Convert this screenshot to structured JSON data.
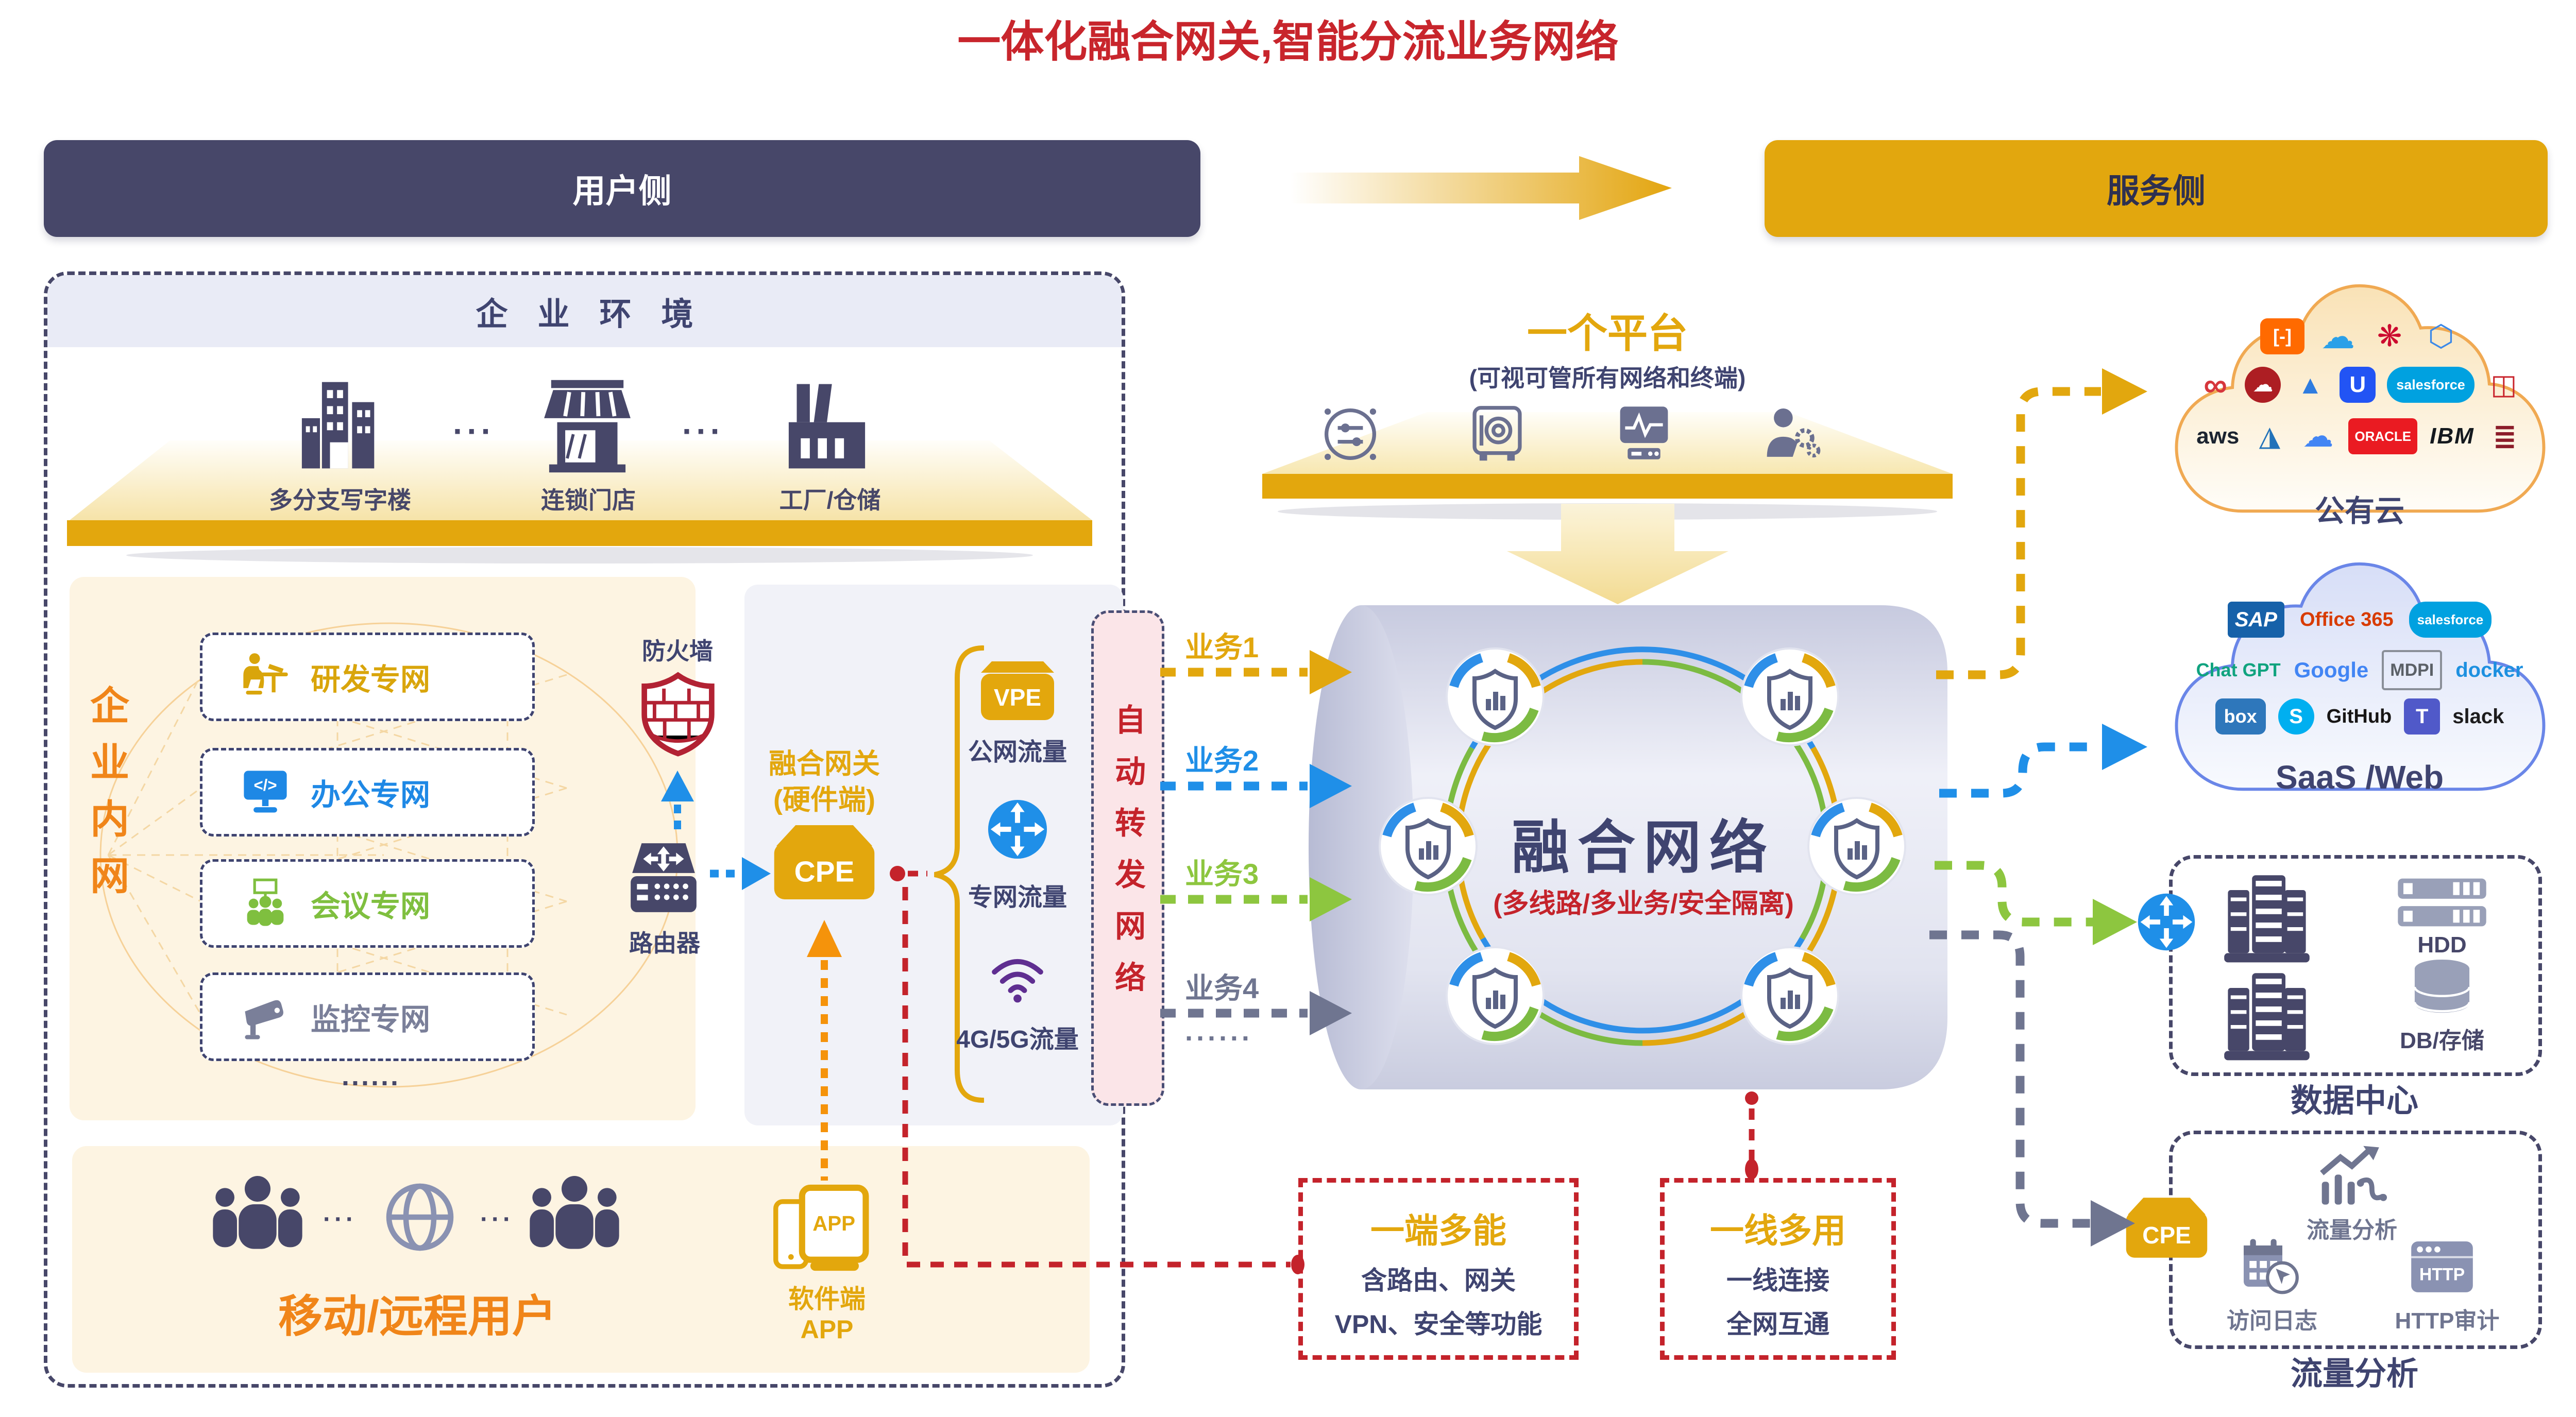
{
  "title": "一体化融合网关,智能分流业务网络",
  "colors": {
    "navy": "#474769",
    "gold": "#E2A70E",
    "red": "#C4232B",
    "orange": "#F08519",
    "blue": "#1F8FE8",
    "green": "#8DC63F",
    "purple": "#5F2E91"
  },
  "headers": {
    "user_side": "用户侧",
    "service_side": "服务侧"
  },
  "enterprise": {
    "title": "企业环境",
    "sites": [
      {
        "label": "多分支写字楼"
      },
      {
        "label": "连锁门店"
      },
      {
        "label": "工厂/仓储"
      }
    ],
    "separator": "···",
    "intranet_label": "企业内网",
    "networks": [
      {
        "label": "研发专网"
      },
      {
        "label": "办公专网"
      },
      {
        "label": "会议专网"
      },
      {
        "label": "监控专网"
      }
    ],
    "more": "......",
    "firewall": "防火墙",
    "router": "路由器"
  },
  "icons": {
    "code": "</>",
    "http": "HTTP"
  },
  "gateway": {
    "title1": "融合网关",
    "title2": "(硬件端)",
    "cpe": "CPE",
    "traffic": [
      {
        "badge": "VPE",
        "label": "公网流量"
      },
      {
        "label": "专网流量"
      },
      {
        "label": "4G/5G流量"
      }
    ]
  },
  "auto_forward": "自动转发网络",
  "services": {
    "items": [
      {
        "label": "业务1"
      },
      {
        "label": "业务2"
      },
      {
        "label": "业务3"
      },
      {
        "label": "业务4"
      }
    ],
    "more": "······"
  },
  "platform": {
    "title": "一个平台",
    "subtitle": "(可视可管所有网络和终端)"
  },
  "core": {
    "title": "融合网络",
    "subtitle": "(多线路/多业务/安全隔离)"
  },
  "mobile": {
    "label": "移动/远程用户",
    "separator": "···",
    "app_line1": "软件端",
    "app_line2": "APP",
    "app_badge": "APP"
  },
  "features": [
    {
      "title": "一端多能",
      "line1": "含路由、网关",
      "line2": "VPN、安全等功能"
    },
    {
      "title": "一线多用",
      "line1": "一线连接",
      "line2": "全网互通"
    }
  ],
  "cloud_public": {
    "label": "公有云",
    "logos": [
      "[-]",
      "☁",
      "❋",
      "⬡",
      "∞",
      "☁",
      "▲",
      "U",
      "salesforce",
      "◫",
      "aws",
      "◮",
      "☁",
      "ORACLE",
      "IBM",
      "≣"
    ]
  },
  "cloud_saas": {
    "label": "SaaS /Web",
    "logos": [
      "SAP",
      "Office 365",
      "salesforce",
      "Chat GPT",
      "Google",
      "MDPI",
      "docker",
      "box",
      "S",
      "GitHub",
      "T",
      "slack"
    ]
  },
  "datacenter": {
    "label": "数据中心",
    "hdd": "HDD",
    "db": "DB/存储"
  },
  "traffic_analysis": {
    "label": "流量分析",
    "cpe": "CPE",
    "items": [
      {
        "label": "流量分析"
      },
      {
        "label": "访问日志"
      },
      {
        "label": "HTTP审计"
      }
    ]
  }
}
